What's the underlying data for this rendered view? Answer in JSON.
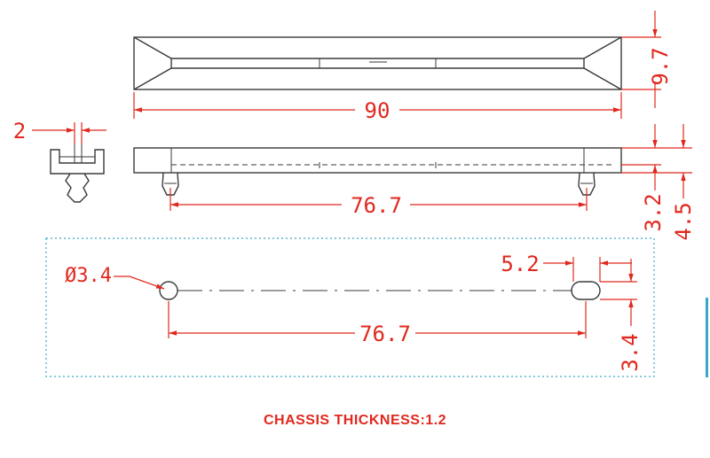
{
  "dimensions": {
    "overall_length": "90",
    "height": "9.7",
    "pin_spacing_side": "76.7",
    "clip_width": "2",
    "depth_small": "3.2",
    "depth_large": "4.5",
    "hole_diameter": "Ø3.4",
    "slot_length": "5.2",
    "hole_spacing": "76.7",
    "slot_width": "3.4"
  },
  "note": "CHASSIS THICKNESS:1.2",
  "colors": {
    "outline": "#3a3a3a",
    "dimension": "#e0281e",
    "cutout_border": "#3aa6c8"
  }
}
